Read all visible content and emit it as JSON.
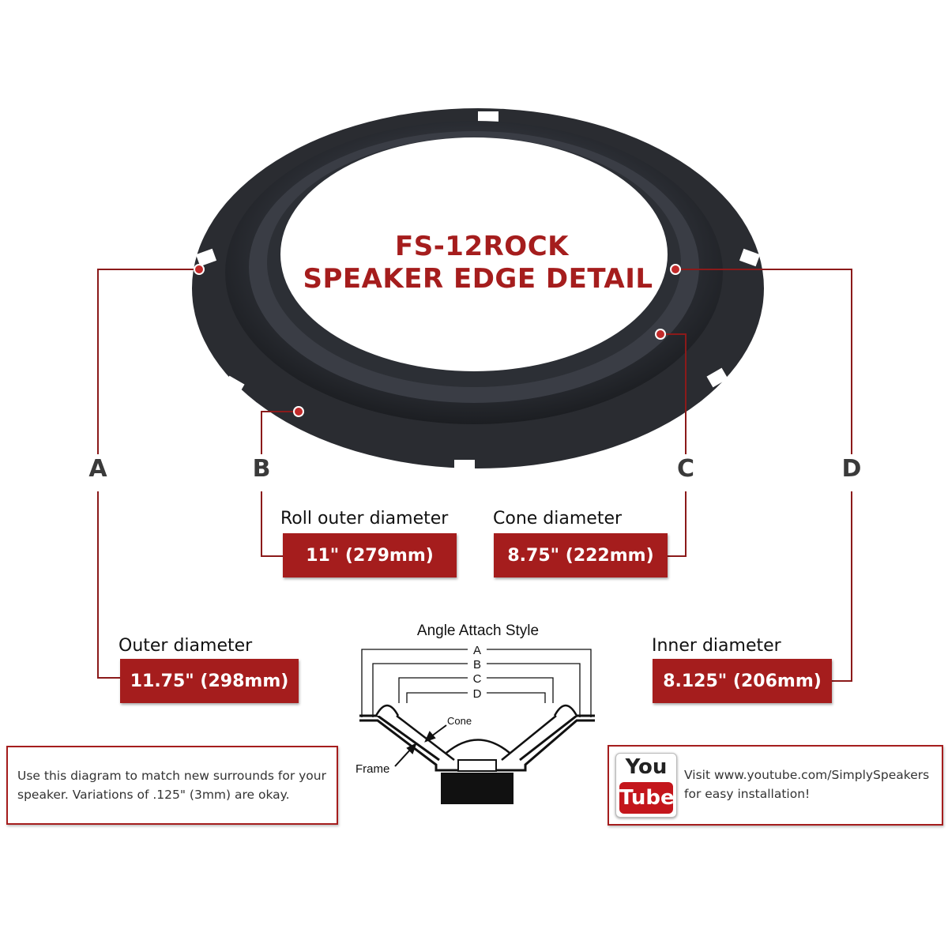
{
  "title": {
    "line1": "FS-12ROCK",
    "line2": "SPEAKER EDGE DETAIL"
  },
  "letters": {
    "a": "A",
    "b": "B",
    "c": "C",
    "d": "D"
  },
  "dimensions": {
    "roll_outer": {
      "label": "Roll outer diameter",
      "value": "11\" (279mm)"
    },
    "cone": {
      "label": "Cone diameter",
      "value": "8.75\" (222mm)"
    },
    "outer": {
      "label": "Outer diameter",
      "value": "11.75\" (298mm)"
    },
    "inner": {
      "label": "Inner diameter",
      "value": "8.125\" (206mm)"
    }
  },
  "diagram": {
    "title": "Angle Attach Style",
    "letters": [
      "A",
      "B",
      "C",
      "D"
    ],
    "cone_label": "Cone",
    "frame_label": "Frame"
  },
  "note_left": {
    "line1": "Use this diagram to match new surrounds for your",
    "line2": "speaker. Variations of .125\" (3mm) are okay."
  },
  "note_right": {
    "logo_top": "You",
    "logo_bottom": "Tube",
    "line1": "Visit www.youtube.com/SimplySpeakers",
    "line2": "for easy installation!"
  },
  "colors": {
    "accent": "#a51d1d",
    "surround": "#2b2e34",
    "leader": "#8b1a1a"
  }
}
